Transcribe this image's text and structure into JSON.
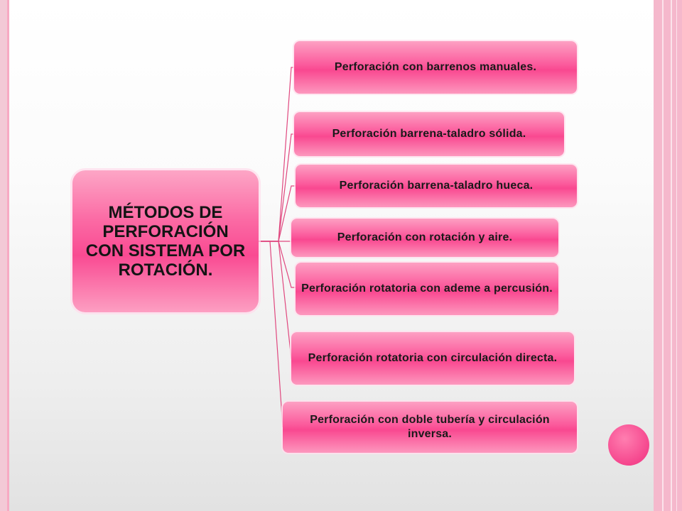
{
  "center": {
    "label": "MÉTODOS DE PERFORACIÓN CON SISTEMA POR ROTACIÓN."
  },
  "branches": [
    {
      "label": "Perforación con  barrenos manuales."
    },
    {
      "label": "Perforación barrena-taladro sólida."
    },
    {
      "label": "Perforación barrena-taladro hueca."
    },
    {
      "label": "Perforación con rotación y aire."
    },
    {
      "label": "Perforación rotatoria con ademe a percusión."
    },
    {
      "label": "Perforación rotatoria con circulación directa."
    },
    {
      "label": "Perforación con doble tubería y circulación inversa."
    }
  ],
  "colors": {
    "node_pink": "#f94a92",
    "connector": "#e0487f",
    "accent_circle": "#f5468d"
  }
}
